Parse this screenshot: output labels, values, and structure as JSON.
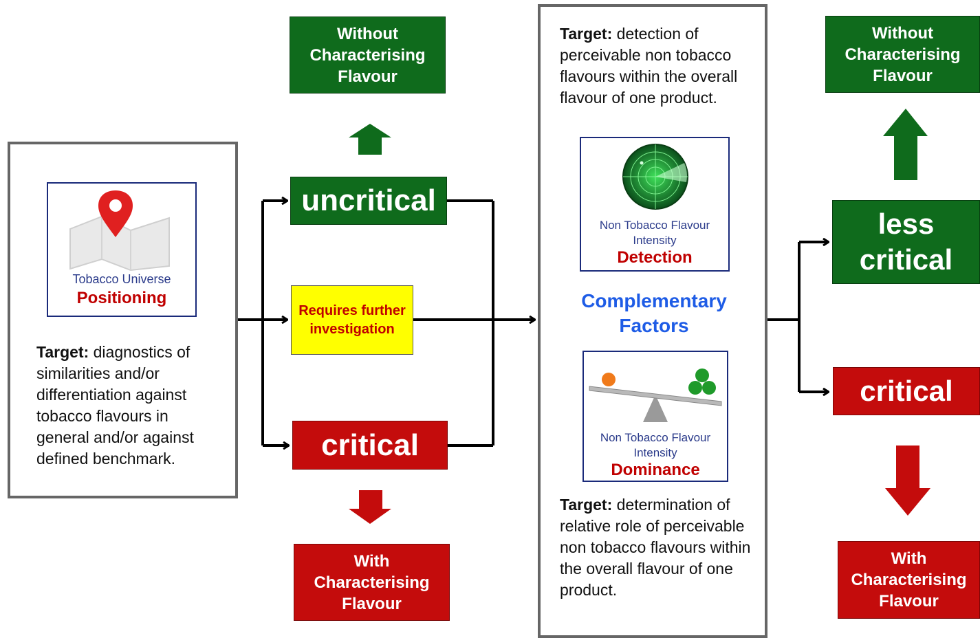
{
  "outcomes": {
    "without_label": "Without Characterising Flavour",
    "with_label": "With Characterising Flavour"
  },
  "positioning": {
    "caption": "Tobacco Universe",
    "title": "Positioning",
    "target_label": "Target:",
    "target_text": "diagnostics of similarities and/or differentiation against tobacco flavours in general and/or against defined benchmark."
  },
  "step1": {
    "uncritical": "uncritical",
    "further": "Requires further investigation",
    "critical": "critical"
  },
  "complementary": {
    "target1_label": "Target:",
    "target1_text": "detection of perceivable non tobacco flavours within the overall flavour of one product.",
    "detection_caption": "Non Tobacco Flavour Intensity",
    "detection_title": "Detection",
    "title": "Complementary Factors",
    "dominance_caption": "Non Tobacco Flavour Intensity",
    "dominance_title": "Dominance",
    "target2_label": "Target:",
    "target2_text": "determination of relative role of perceivable non tobacco flavours within the overall flavour of one product."
  },
  "step2": {
    "less_critical": "less critical",
    "critical": "critical"
  },
  "colors": {
    "green": "#0f6b1c",
    "red": "#c40c0c",
    "yellow": "#ffff00",
    "blue": "#1e5ce6",
    "panel_border": "#666666"
  },
  "icons": [
    "map-pin-icon",
    "radar-icon",
    "seesaw-balance-icon",
    "arrow-up-icon",
    "arrow-down-icon",
    "arrow-right-icon"
  ]
}
